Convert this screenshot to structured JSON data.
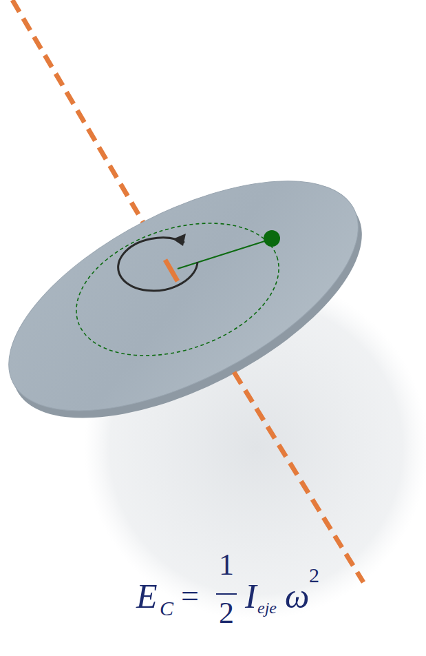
{
  "diagram": {
    "labels": [
      "E",
      "C",
      "=",
      "1",
      "2",
      "I",
      "eje",
      "ω",
      "2"
    ]
  }
}
